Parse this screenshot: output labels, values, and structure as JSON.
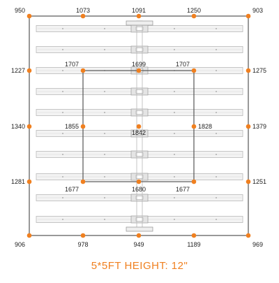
{
  "diagram": {
    "caption": "5*5FT   HEIGHT: 12\"",
    "colors": {
      "accent": "#f08020",
      "frame": "#555555",
      "bars": "#b8b8b8",
      "text": "#222222"
    },
    "readings": {
      "outer_top": [
        "950",
        "1073",
        "1091",
        "1250",
        "903"
      ],
      "outer_left": [
        "1227",
        "1340",
        "1281"
      ],
      "outer_right": [
        "1275",
        "1379",
        "1251"
      ],
      "outer_bottom": [
        "906",
        "978",
        "949",
        "1189",
        "969"
      ],
      "inner_top": [
        "1707",
        "1699",
        "1707"
      ],
      "inner_middle": [
        "1855",
        "1842",
        "1828"
      ],
      "inner_bottom": [
        "1677",
        "1680",
        "1677"
      ]
    }
  }
}
